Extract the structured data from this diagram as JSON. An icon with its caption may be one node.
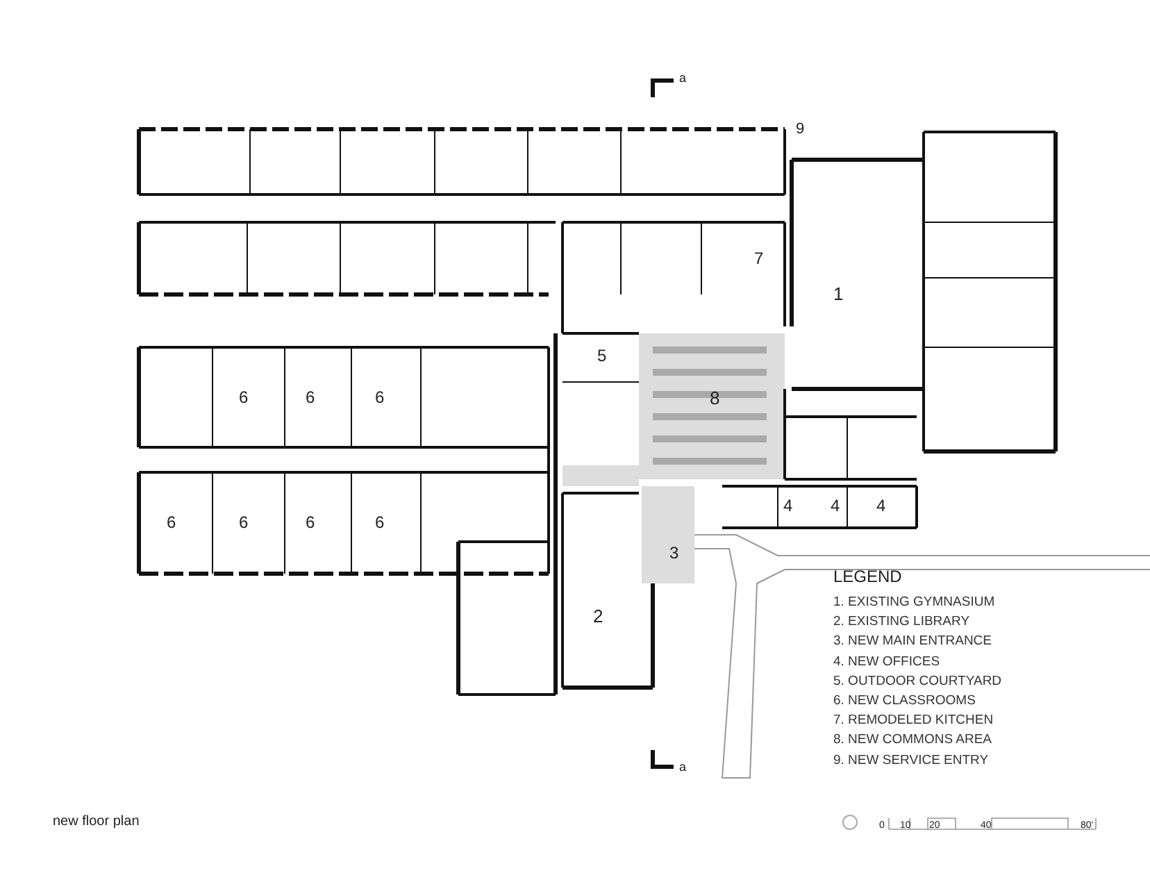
{
  "diagram": {
    "caption": "new floor plan",
    "labels": [
      "a",
      "9",
      "7",
      "1",
      "5",
      "6",
      "6",
      "6",
      "8",
      "4",
      "4",
      "4",
      "6",
      "6",
      "6",
      "6",
      "3",
      "LEGEND",
      "2",
      "a",
      "0",
      "10",
      "20",
      "40",
      "80'"
    ],
    "legend": [
      {
        "text": "1. EXISTING GYMNASIUM"
      },
      {
        "text": "2. EXISTING LIBRARY"
      },
      {
        "text": "3. NEW MAIN ENTRANCE"
      },
      {
        "text": "4. NEW OFFICES"
      },
      {
        "text": "5. OUTDOOR COURTYARD"
      },
      {
        "text": "6. NEW CLASSROOMS"
      },
      {
        "text": "7. REMODELED KITCHEN"
      },
      {
        "text": "8. NEW COMMONS AREA"
      },
      {
        "text": "9. NEW SERVICE ENTRY"
      }
    ]
  }
}
